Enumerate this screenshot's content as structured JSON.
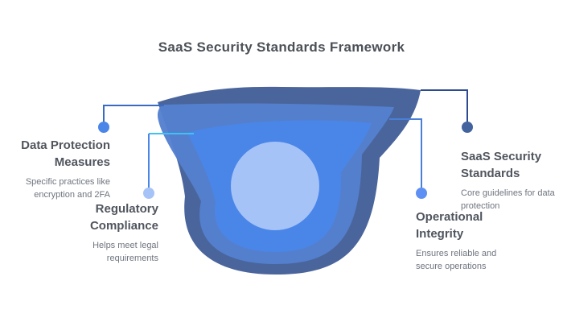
{
  "title": "SaaS Security Standards Framework",
  "diagram": {
    "type": "nested-funnel",
    "layers": [
      {
        "name": "outer",
        "color": "#4a659c"
      },
      {
        "name": "second",
        "color": "#5480cf"
      },
      {
        "name": "third",
        "color": "#4a86e8"
      },
      {
        "name": "core",
        "color": "#a6c3f8"
      }
    ]
  },
  "nodes": [
    {
      "id": "data-protection-measures",
      "heading": "Data Protection Measures",
      "description": "Specific practices like encryption and 2FA",
      "dot_color": "#4a86e8",
      "line_color": "#3a6bc2"
    },
    {
      "id": "regulatory-compliance",
      "heading": "Regulatory Compliance",
      "description": "Helps meet legal requirements",
      "dot_color": "#a6c3f8",
      "line_color": "#3fc1f2",
      "line_color2": "#4a86e8"
    },
    {
      "id": "saas-security-standards",
      "heading": "SaaS Security Standards",
      "description": "Core guidelines for data protection",
      "dot_color": "#42639e",
      "line_color": "#2c4a8f"
    },
    {
      "id": "operational-integrity",
      "heading": "Operational Integrity",
      "description": "Ensures reliable and secure operations",
      "dot_color": "#5e8ff2",
      "line_color": "#4a7fd8"
    }
  ]
}
